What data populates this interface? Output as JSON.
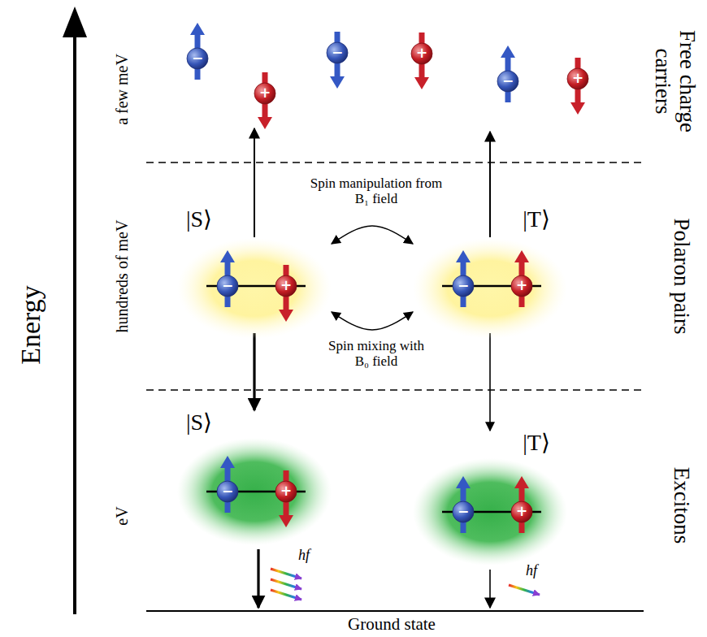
{
  "diagram": {
    "nodes": [
      {
        "text": [
          "|S⟩",
          "−",
          "+"
        ]
      },
      {
        "text": [
          "|T⟩",
          "−",
          "+"
        ]
      },
      {
        "text": [
          "|S⟩",
          "−",
          "+"
        ]
      },
      {
        "text": [
          "|T⟩",
          "−",
          "+"
        ]
      }
    ],
    "edges": [
      {
        "from": 0,
        "to": 2,
        "arrow": "to"
      },
      {
        "from": 1,
        "to": 3,
        "arrow": "to"
      },
      {
        "from": 0,
        "to": 1,
        "label": "Spin manipulation from B₁ field",
        "arrow": "both"
      },
      {
        "from": 0,
        "to": 1,
        "label": "Spin mixing with B₀ field",
        "arrow": "both"
      }
    ],
    "labels": [
      "Energy",
      "a few meV",
      "hundreds of meV",
      "eV",
      "Free charge carriers",
      "Polaron pairs",
      "Excitons",
      "−",
      "+",
      "−",
      "+",
      "−",
      "+",
      "hf",
      "hf",
      "Ground state"
    ]
  }
}
